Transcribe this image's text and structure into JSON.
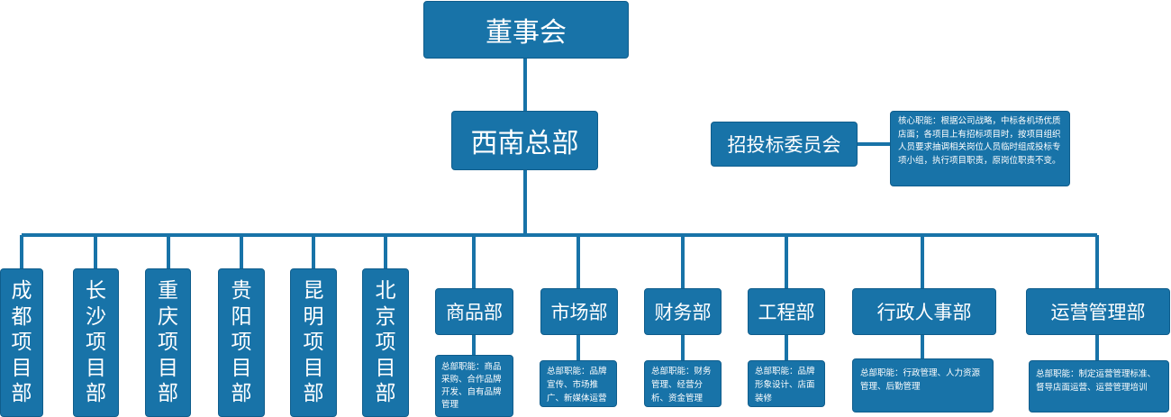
{
  "nodes": {
    "board": "董事会",
    "hq": "西南总部",
    "committee": "招投标委员会",
    "committee_desc": "核心职能：根据公司战略，中标各机场优质店面；各项目上有招标项目时，按项目组织人员要求抽调相关岗位人员临时组成投标专项小组，执行项目职责，原岗位职责不变。",
    "projects": [
      "成都项目部",
      "长沙项目部",
      "重庆项目部",
      "贵阳项目部",
      "昆明项目部",
      "北京项目部"
    ],
    "departments": [
      {
        "name": "商品部",
        "desc": "总部职能：商品采购、合作品牌开发、自有品牌管理"
      },
      {
        "name": "市场部",
        "desc": "总部职能：品牌宣传、市场推广、新媒体运营"
      },
      {
        "name": "财务部",
        "desc": "总部职能：财务管理、经营分析、资金管理"
      },
      {
        "name": "工程部",
        "desc": "总部职能：品牌形象设计、店面装修"
      },
      {
        "name": "行政人事部",
        "desc": "总部职能：行政管理、人力资源管理、后勤管理"
      },
      {
        "name": "运营管理部",
        "desc": "总部职能：制定运营管理标准、督导店面运营、运营管理培训"
      }
    ]
  },
  "colors": {
    "box": "#1873a8",
    "line": "#1873a8",
    "text": "#ffffff"
  }
}
